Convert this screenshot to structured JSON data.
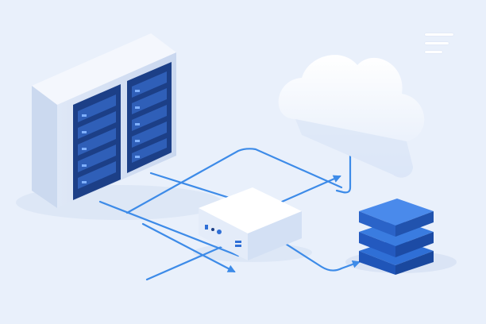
{
  "colors": {
    "background": "#e9f0fb",
    "connector": "#3d8be8",
    "rack_panel": "#1c3f87",
    "rack_slot": "#2f5fb8",
    "device_body": "#f7f9fe",
    "database": "#2f6fd6",
    "cloud": "#ffffff"
  },
  "icons": {
    "menu": "menu-icon",
    "server_rack": "server-rack-icon",
    "network_hub": "network-hub-icon",
    "cloud": "cloud-icon",
    "database": "database-icon"
  },
  "diagram": {
    "nodes": [
      {
        "id": "server-rack",
        "kind": "server"
      },
      {
        "id": "network-hub",
        "kind": "hub"
      },
      {
        "id": "cloud",
        "kind": "cloud"
      },
      {
        "id": "database",
        "kind": "database"
      }
    ],
    "edges": [
      {
        "from": "server-rack",
        "to": "network-hub"
      },
      {
        "from": "network-hub",
        "to": "cloud"
      },
      {
        "from": "cloud",
        "to": "database"
      },
      {
        "from": "network-hub",
        "to": "database"
      }
    ]
  }
}
